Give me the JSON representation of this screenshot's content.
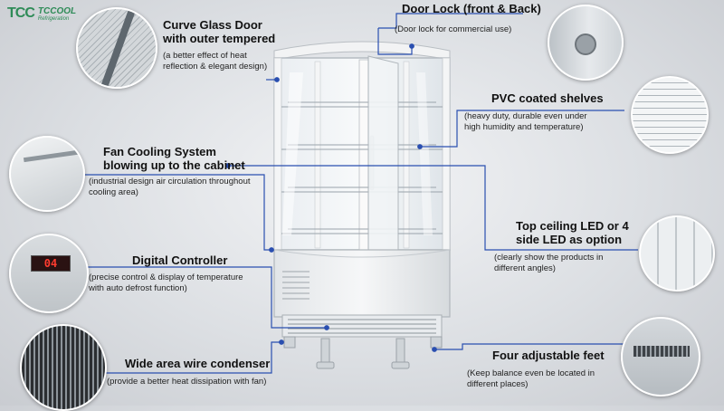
{
  "brand": {
    "mark": "TCC",
    "name": "TCCOOL",
    "tagline": "Refrigeration"
  },
  "colors": {
    "connector": "#2a4fb0",
    "logo": "#2e8b57"
  },
  "features": [
    {
      "id": "curve-glass",
      "title_lines": [
        "Curve Glass Door",
        "with outer tempered"
      ],
      "desc_lines": [
        "(a better effect of heat",
        "reflection & elegant design)"
      ]
    },
    {
      "id": "door-lock",
      "title_lines": [
        "Door Lock (front & Back)"
      ],
      "desc_lines": [
        "(Door lock for commercial use)"
      ]
    },
    {
      "id": "pvc-shelves",
      "title_lines": [
        "PVC coated shelves"
      ],
      "desc_lines": [
        "(heavy duty, durable even under",
        "high humidity and temperature)"
      ]
    },
    {
      "id": "fan-cooling",
      "title_lines": [
        "Fan Cooling System",
        "blowing up to the cabinet"
      ],
      "desc_lines": [
        "(industrial design air circulation throughout",
        "cooling area)"
      ]
    },
    {
      "id": "led",
      "title_lines": [
        "Top ceiling LED or 4",
        "side LED as option"
      ],
      "desc_lines": [
        "(clearly show the products in",
        "different angles)"
      ]
    },
    {
      "id": "digital-controller",
      "title_lines": [
        "Digital Controller"
      ],
      "desc_lines": [
        "(precise control & display of temperature",
        "with auto defrost function)"
      ]
    },
    {
      "id": "condenser",
      "title_lines": [
        "Wide area wire condenser"
      ],
      "desc_lines": [
        "(provide a better heat dissipation with fan)"
      ]
    },
    {
      "id": "feet",
      "title_lines": [
        "Four adjustable feet"
      ],
      "desc_lines": [
        "(Keep balance even be located in",
        "different places)"
      ]
    }
  ],
  "controller_display": "04"
}
